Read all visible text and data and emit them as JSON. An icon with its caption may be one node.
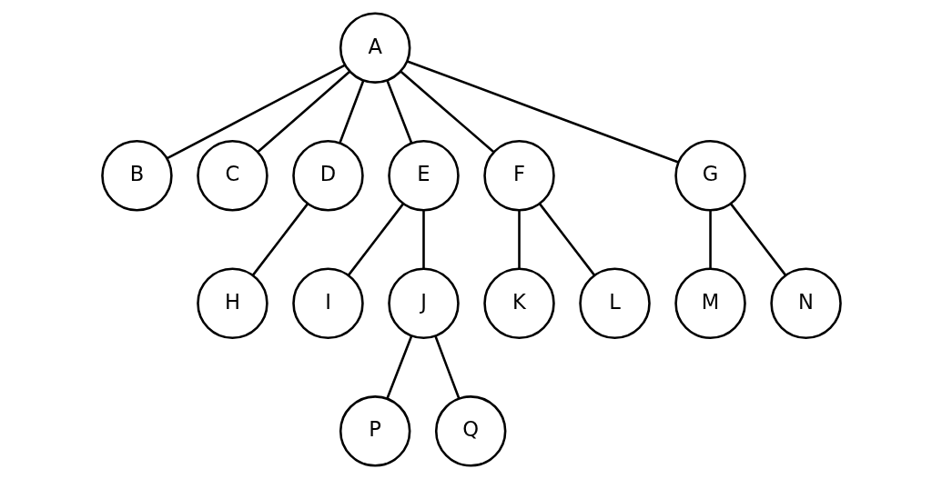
{
  "diagram": {
    "nodes": [
      {
        "text": [
          "A"
        ]
      },
      {
        "text": [
          "B"
        ]
      },
      {
        "text": [
          "C"
        ]
      },
      {
        "text": [
          "D"
        ]
      },
      {
        "text": [
          "E"
        ]
      },
      {
        "text": [
          "F"
        ]
      },
      {
        "text": [
          "G"
        ]
      },
      {
        "text": [
          "H"
        ]
      },
      {
        "text": [
          "I"
        ]
      },
      {
        "text": [
          "J"
        ]
      },
      {
        "text": [
          "K"
        ]
      },
      {
        "text": [
          "L"
        ]
      },
      {
        "text": [
          "M"
        ]
      },
      {
        "text": [
          "N"
        ]
      },
      {
        "text": [
          "P"
        ]
      },
      {
        "text": [
          "Q"
        ]
      }
    ],
    "edges": [
      {
        "from": 0,
        "to": 1,
        "arrow": "none"
      },
      {
        "from": 0,
        "to": 2,
        "arrow": "none"
      },
      {
        "from": 0,
        "to": 3,
        "arrow": "none"
      },
      {
        "from": 0,
        "to": 4,
        "arrow": "none"
      },
      {
        "from": 0,
        "to": 5,
        "arrow": "none"
      },
      {
        "from": 0,
        "to": 6,
        "arrow": "none"
      },
      {
        "from": 3,
        "to": 7,
        "arrow": "none"
      },
      {
        "from": 4,
        "to": 8,
        "arrow": "none"
      },
      {
        "from": 4,
        "to": 9,
        "arrow": "none"
      },
      {
        "from": 5,
        "to": 10,
        "arrow": "none"
      },
      {
        "from": 5,
        "to": 11,
        "arrow": "none"
      },
      {
        "from": 6,
        "to": 12,
        "arrow": "none"
      },
      {
        "from": 6,
        "to": 13,
        "arrow": "none"
      },
      {
        "from": 9,
        "to": 14,
        "arrow": "none"
      },
      {
        "from": 9,
        "to": 15,
        "arrow": "none"
      }
    ]
  }
}
